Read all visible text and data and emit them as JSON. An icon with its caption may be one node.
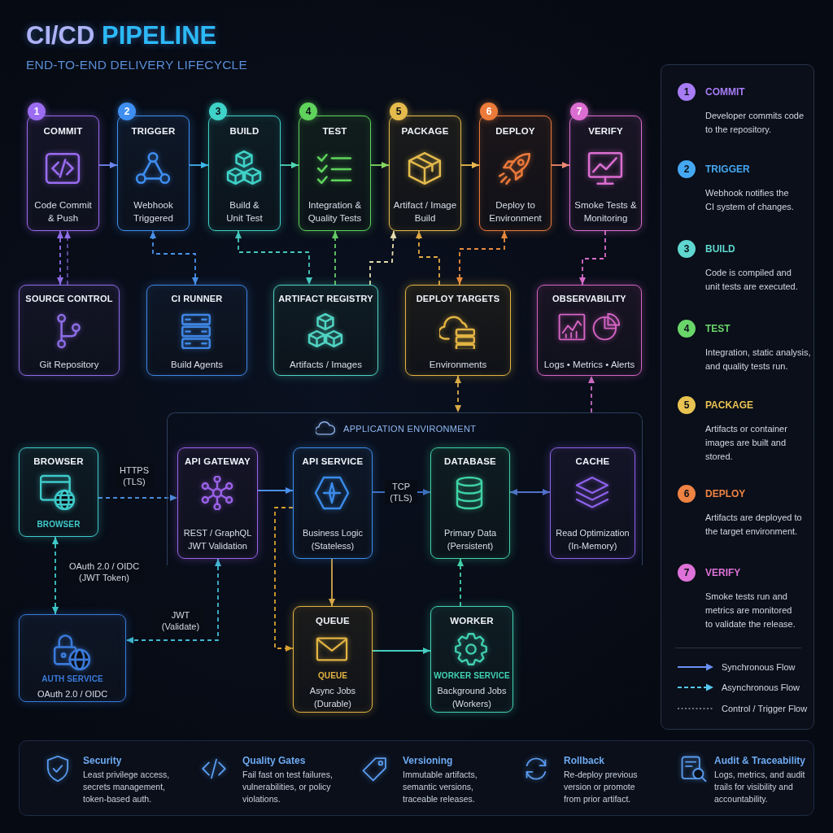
{
  "diagram": {
    "title": "CI/CD PIPELINE",
    "nodes": [
      {
        "text": [
          "COMMIT",
          "Code Commit & Push"
        ],
        "beside": [
          "1"
        ]
      },
      {
        "text": [
          "TRIGGER",
          "Webhook Triggered"
        ],
        "beside": [
          "2"
        ]
      },
      {
        "text": [
          "BUILD",
          "Build & Unit Test"
        ],
        "beside": [
          "3"
        ]
      },
      {
        "text": [
          "TEST",
          "Integration & Quality Tests"
        ],
        "beside": [
          "4"
        ]
      },
      {
        "text": [
          "PACKAGE",
          "Artifact / Image Build"
        ],
        "beside": [
          "5"
        ]
      },
      {
        "text": [
          "DEPLOY",
          "Deploy to Environment"
        ],
        "beside": [
          "6"
        ]
      },
      {
        "text": [
          "VERIFY",
          "Smoke Tests & Monitoring"
        ],
        "beside": [
          "7"
        ]
      },
      {
        "text": [
          "SOURCE CONTROL",
          "Git Repository"
        ]
      },
      {
        "text": [
          "CI RUNNER",
          "Build Agents"
        ]
      },
      {
        "text": [
          "ARTIFACT REGISTRY",
          "Artifacts / Images"
        ]
      },
      {
        "text": [
          "DEPLOY TARGETS",
          "Environments"
        ]
      },
      {
        "text": [
          "OBSERVABILITY",
          "Logs • Metrics • Alerts"
        ]
      },
      {
        "text": [
          "BROWSER",
          "BROWSER"
        ]
      },
      {
        "text": [
          "APPLICATION ENVIRONMENT"
        ]
      },
      {
        "text": [
          "API GATEWAY",
          "REST / GraphQL JWT Validation"
        ],
        "in": 13
      },
      {
        "text": [
          "API SERVICE",
          "Business Logic (Stateless)"
        ],
        "in": 13
      },
      {
        "text": [
          "DATABASE",
          "Primary Data (Persistent)"
        ],
        "in": 13
      },
      {
        "text": [
          "CACHE",
          "Read Optimization (In-Memory)"
        ],
        "in": 13
      },
      {
        "text": [
          "AUTH SERVICE",
          "OAuth 2.0 / OIDC"
        ]
      },
      {
        "text": [
          "QUEUE",
          "QUEUE",
          "Async Jobs (Durable)"
        ]
      },
      {
        "text": [
          "WORKER",
          "WORKER SERVICE",
          "Background Jobs (Workers)"
        ]
      },
      {
        "text": [
          "1",
          "COMMIT",
          "Developer commits code to the repository.",
          "2",
          "TRIGGER",
          "Webhook notifies the CI system of changes.",
          "3",
          "BUILD",
          "Code is compiled and unit tests are executed.",
          "4",
          "TEST",
          "Integration, static analysis, and quality tests run.",
          "5",
          "PACKAGE",
          "Artifacts or container images are built and stored.",
          "6",
          "DEPLOY",
          "Artifacts are deployed to the target environment.",
          "7",
          "VERIFY",
          "Smoke tests run and metrics are monitored to validate the release."
        ]
      },
      {
        "text": [
          "Security",
          "Least privilege access, secrets management, token-based auth.",
          "Quality Gates",
          "Fail fast on test failures, vulnerabilities, or policy violations.",
          "Versioning",
          "Immutable artifacts, semantic versions, traceable releases.",
          "Rollback",
          "Re-deploy previous version or promote from prior artifact.",
          "Audit & Traceability",
          "Logs, metrics, and audit trails for visibility and accountability."
        ]
      }
    ],
    "edges": [
      {
        "from": 0,
        "to": 1,
        "arrow": "to",
        "color": "#6f86f0"
      },
      {
        "from": 1,
        "to": 2,
        "arrow": "to",
        "color": "#40b4ec"
      },
      {
        "from": 2,
        "to": 3,
        "arrow": "to",
        "color": "#4ed6b4"
      },
      {
        "from": 3,
        "to": 4,
        "arrow": "to",
        "color": "#82da64"
      },
      {
        "from": 4,
        "to": 5,
        "arrow": "to",
        "color": "#ebbb52"
      },
      {
        "from": 5,
        "to": 6,
        "arrow": "to",
        "color": "#f08a70"
      },
      {
        "from": 0,
        "to": 7,
        "arrow": "both",
        "style": "dashed",
        "color": "#8f6de8"
      },
      {
        "from": 7,
        "to": 0,
        "arrow": "to",
        "style": "dashed",
        "color": "#8f6de8"
      },
      {
        "from": 8,
        "to": 1,
        "arrow": "both",
        "style": "dashed",
        "color": "#4a90e8"
      },
      {
        "from": 2,
        "to": 9,
        "arrow": "both",
        "style": "dashed",
        "color": "#46c8bc"
      },
      {
        "from": 9,
        "to": 3,
        "arrow": "to",
        "style": "dashed",
        "color": "#66cc66"
      },
      {
        "from": 9,
        "to": 4,
        "arrow": "to",
        "style": "dashed",
        "color": "#e6dcb0"
      },
      {
        "from": 10,
        "to": 4,
        "arrow": "to",
        "style": "dashed",
        "color": "#e0a844"
      },
      {
        "from": 5,
        "to": 10,
        "arrow": "both",
        "style": "dashed",
        "color": "#e88a3c"
      },
      {
        "from": 6,
        "to": 11,
        "arrow": "to",
        "style": "dashed",
        "color": "#d86ccc"
      },
      {
        "from": 10,
        "to": 13,
        "arrow": "both",
        "style": "dashed",
        "color": "#d8aa48"
      },
      {
        "from": 13,
        "to": 11,
        "arrow": "to",
        "style": "dashed",
        "color": "#c86ac0"
      },
      {
        "from": 12,
        "to": 14,
        "arrow": "to",
        "label": "HTTPS (TLS)",
        "style": "dashed",
        "color": "#4a8ad8"
      },
      {
        "from": 14,
        "to": 15,
        "arrow": "to",
        "color": "#4a90ec"
      },
      {
        "from": 15,
        "to": 16,
        "arrow": "to",
        "label": "TCP (TLS)",
        "color": "#3c6cc0"
      },
      {
        "from": 16,
        "to": 17,
        "arrow": "both",
        "color": "#5070c8"
      },
      {
        "from": 12,
        "to": 18,
        "arrow": "both",
        "label": "OAuth 2.0 / OIDC (JWT Token)",
        "style": "dashed",
        "color": "#40c8c8"
      },
      {
        "from": 14,
        "to": 18,
        "arrow": "both",
        "label": "JWT (Validate)",
        "style": "dashed",
        "color": "#40b8d0"
      },
      {
        "from": 15,
        "to": 19,
        "arrow": "to",
        "color": "#d8a848"
      },
      {
        "from": 15,
        "to": 19,
        "arrow": "to",
        "style": "dashed",
        "color": "#d8a030"
      },
      {
        "from": 19,
        "to": 20,
        "arrow": "to",
        "color": "#44ccc0"
      },
      {
        "from": 20,
        "to": 16,
        "arrow": "to",
        "style": "dashed",
        "color": "#44d0a8"
      }
    ],
    "labels": [
      "END-TO-END DELIVERY LIFECYCLE"
    ],
    "legend": [
      {
        "text": "Synchronous Flow"
      },
      {
        "text": "Asynchronous Flow"
      },
      {
        "text": "Control / Trigger Flow"
      }
    ]
  }
}
